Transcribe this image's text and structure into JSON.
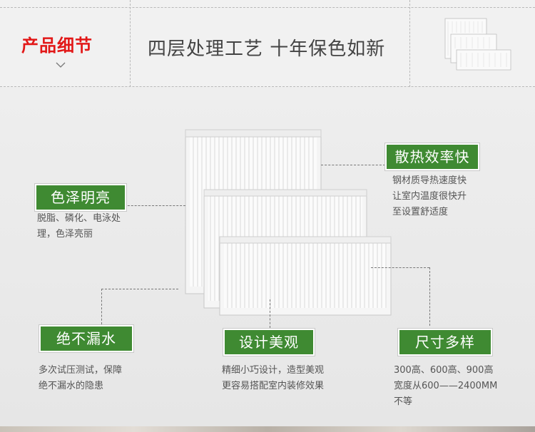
{
  "header": {
    "section_title": "产品细节",
    "tagline": "四层处理工艺  十年保色如新"
  },
  "features": {
    "color": {
      "badge": "色泽明亮",
      "lines": [
        "脱脂、磷化、电泳处",
        "理，色泽亮丽"
      ]
    },
    "heat": {
      "badge": "散热效率快",
      "lines": [
        "钢材质导热速度快",
        "让室内温度很快升",
        "至设置舒适度"
      ]
    },
    "leak": {
      "badge": "绝不漏水",
      "lines": [
        "多次试压测试，保障",
        "绝不漏水的隐患"
      ]
    },
    "design": {
      "badge": "设计美观",
      "lines": [
        "精细小巧设计，造型美观",
        "更容易搭配室内装修效果"
      ]
    },
    "size": {
      "badge": "尺寸多样",
      "lines": [
        "300高、600高、900高",
        "宽度从600——2400MM",
        "不等"
      ]
    }
  },
  "colors": {
    "accent_red": "#e21717",
    "badge_green": "#3f8a32"
  }
}
